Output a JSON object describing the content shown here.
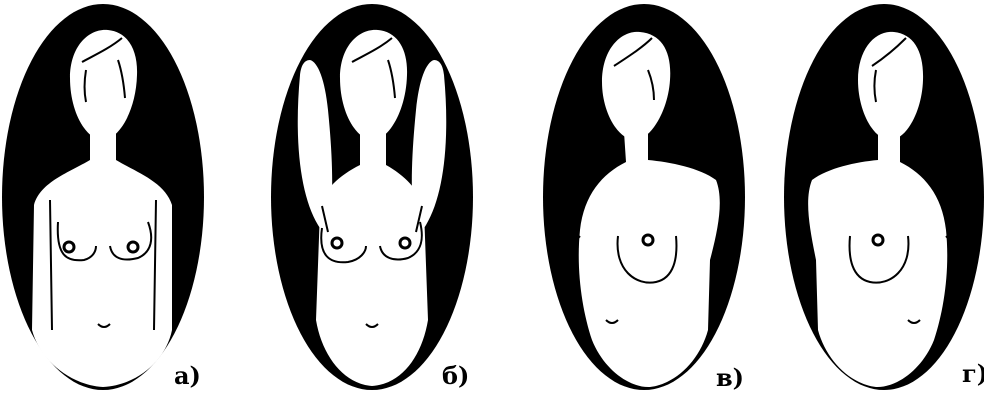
{
  "figures": [
    {
      "id": "a",
      "label": "а)",
      "pose": "arms-down",
      "color": "#000000"
    },
    {
      "id": "b",
      "label": "б)",
      "pose": "arms-raised",
      "color": "#000000"
    },
    {
      "id": "v",
      "label": "в)",
      "pose": "turned-right",
      "color": "#000000"
    },
    {
      "id": "g",
      "label": "г)",
      "pose": "turned-left",
      "color": "#000000"
    }
  ]
}
